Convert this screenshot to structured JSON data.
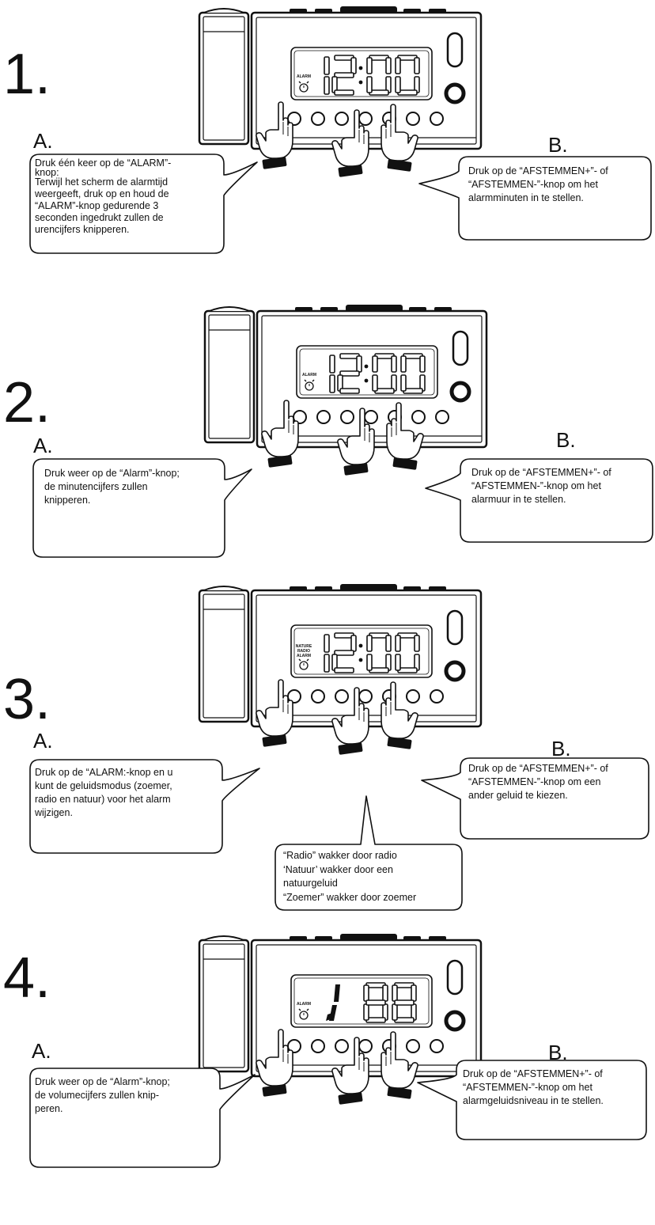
{
  "steps": [
    {
      "number": "1.",
      "display": "12:00",
      "lcd_icon": "ALARM",
      "a_letter": "A.",
      "b_letter": "B.",
      "a_lines": [
        "Druk één keer op de “ALARM”-",
        "knop:",
        "Terwijl het scherm de alarmtijd",
        "weergeeft, druk op en houd de",
        "“ALARM”-knop gedurende 3",
        "seconden ingedrukt zullen de",
        "urencijfers knipperen."
      ],
      "b_lines": [
        "Druk op de “AFSTEMMEN+”- of",
        "“AFSTEMMEN-”-knop om het",
        "alarmminuten in te stellen."
      ]
    },
    {
      "number": "2.",
      "display": "12:00",
      "lcd_icon": "ALARM",
      "a_letter": "A.",
      "b_letter": "B.",
      "a_lines": [
        "Druk weer op de “Alarm”-knop;",
        "de minutencijfers zullen",
        "knipperen."
      ],
      "b_lines": [
        "Druk op de “AFSTEMMEN+”- of",
        "“AFSTEMMEN-”-knop om het",
        "alarmuur in te stellen."
      ]
    },
    {
      "number": "3.",
      "display": "12:00",
      "lcd_icon": "NATURE RADIO ALARM",
      "a_letter": "A.",
      "b_letter": "B.",
      "a_lines": [
        "Druk op de “ALARM:-knop en u",
        "kunt de geluidsmodus (zoemer,",
        "radio en natuur) voor het alarm",
        "wijzigen."
      ],
      "b_lines": [
        "Druk op de “AFSTEMMEN+”- of",
        "“AFSTEMMEN-”-knop om een",
        "ander geluid te kiezen."
      ],
      "c_lines": [
        "“Radio” wakker door radio",
        "‘Natuur’ wakker door een",
        "natuurgeluid",
        "“Zoemer” wakker door zoemer"
      ]
    },
    {
      "number": "4.",
      "display": "1/ 88",
      "lcd_icon": "ALARM",
      "a_letter": "A.",
      "b_letter": "B.",
      "a_lines": [
        "Druk weer op de “Alarm”-knop;",
        "de volumecijfers zullen knip-",
        "peren."
      ],
      "b_lines": [
        "Druk op de “AFSTEMMEN+”- of",
        "“AFSTEMMEN-”-knop om het",
        "alarmgeluidsniveau in te stellen."
      ]
    }
  ],
  "colors": {
    "ink": "#111111",
    "paper": "#ffffff"
  },
  "icons": [
    "alarm-clock-icon",
    "pointing-hand-icon",
    "knob-icon"
  ]
}
